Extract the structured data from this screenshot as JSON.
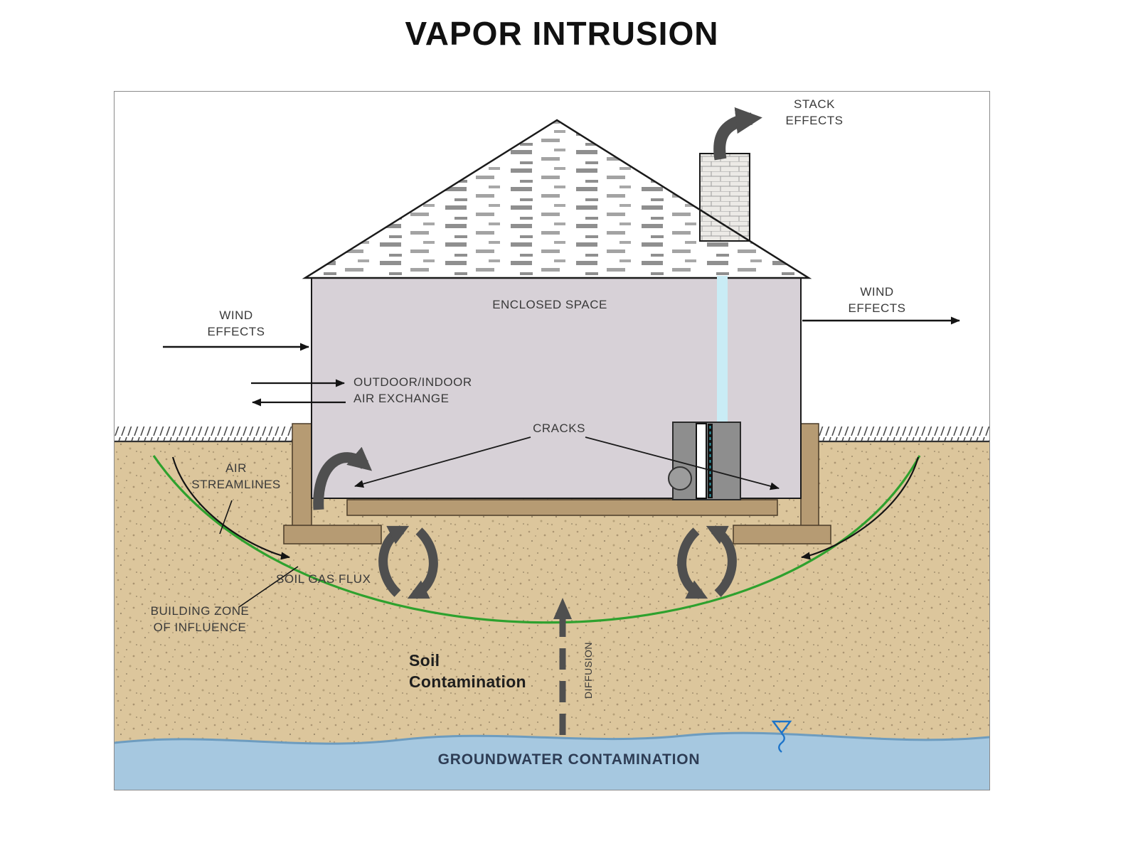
{
  "title": "VAPOR INTRUSION",
  "diagram": {
    "labels": {
      "stack_effects": "STACK\nEFFECTS",
      "wind_effects_left": "WIND\nEFFECTS",
      "wind_effects_right": "WIND\nEFFECTS",
      "enclosed_space": "ENCLOSED SPACE",
      "air_exchange": "OUTDOOR/INDOOR\nAIR EXCHANGE",
      "cracks": "CRACKS",
      "air_streamlines": "AIR\nSTREAMLINES",
      "soil_gas_flux": "SOIL GAS FLUX",
      "building_zone_of_influence": "BUILDING ZONE\nOF INFLUENCE",
      "soil_contamination": "Soil\nContamination",
      "diffusion": "DIFFUSION",
      "groundwater_contamination": "GROUNDWATER CONTAMINATION"
    },
    "colors": {
      "soil": "#dcc69c",
      "groundwater": "#a6c8e0",
      "groundwater_edge": "#6d9cbf",
      "house_wall": "#d7d1d7",
      "roof_fill": "#ffffff",
      "foundation": "#b69b73",
      "arrow_gray": "#4f4f4f",
      "zone_green": "#2ea12e",
      "pipe_blue": "#c9ecf5",
      "water_symbol_blue": "#1d74c9",
      "groundwater_text": "#2e3d55",
      "outline": "#1a1a1a"
    }
  }
}
